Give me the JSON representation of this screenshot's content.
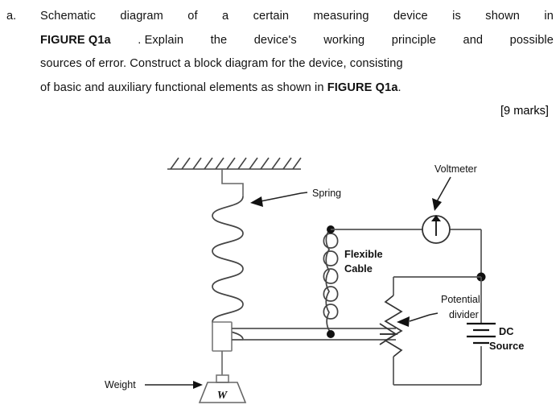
{
  "question": {
    "marker": "a.",
    "lines": [
      [
        "Schematic",
        "diagram",
        "of",
        "a",
        "certain",
        "measuring",
        "device",
        "is",
        "shown",
        "in"
      ],
      null,
      "sources of error. Construct a block diagram for the device, consisting",
      null
    ],
    "line2": {
      "bold_lead": "FIGURE Q1a",
      "rest_words": [
        ". Explain",
        "the",
        "device's",
        "working",
        "principle",
        "and",
        "possible"
      ]
    },
    "line4": {
      "lead": "of basic and auxiliary functional elements as shown in ",
      "bold_tail": "FIGURE Q1a",
      "period": "."
    },
    "marks": "[9 marks]"
  },
  "figure": {
    "labels": {
      "spring": "Spring",
      "voltmeter": "Voltmeter",
      "flexible_cable_line1": "Flexible",
      "flexible_cable_line2": "Cable",
      "potential_divider_line1": "Potential",
      "potential_divider_line2": "divider",
      "dc_source_line1": "DC",
      "dc_source_line2": "Source",
      "weight": "Weight",
      "weight_symbol": "W"
    },
    "icons": {
      "voltmeter": "voltmeter-meter-icon",
      "battery": "dc-battery-icon",
      "resistor": "potentiometer-icon",
      "spring": "spring-coil-icon",
      "cable": "flexible-cable-coil-icon",
      "weight": "weight-trapezoid-icon",
      "ceiling": "fixed-support-hatching-icon"
    },
    "colors": {
      "ink": "#111111",
      "wire": "#555555",
      "coil": "#444444",
      "background": "#ffffff"
    },
    "counts": {
      "spring_coils": 5,
      "cable_coils": 5,
      "ceiling_hatch_marks": 12
    }
  }
}
